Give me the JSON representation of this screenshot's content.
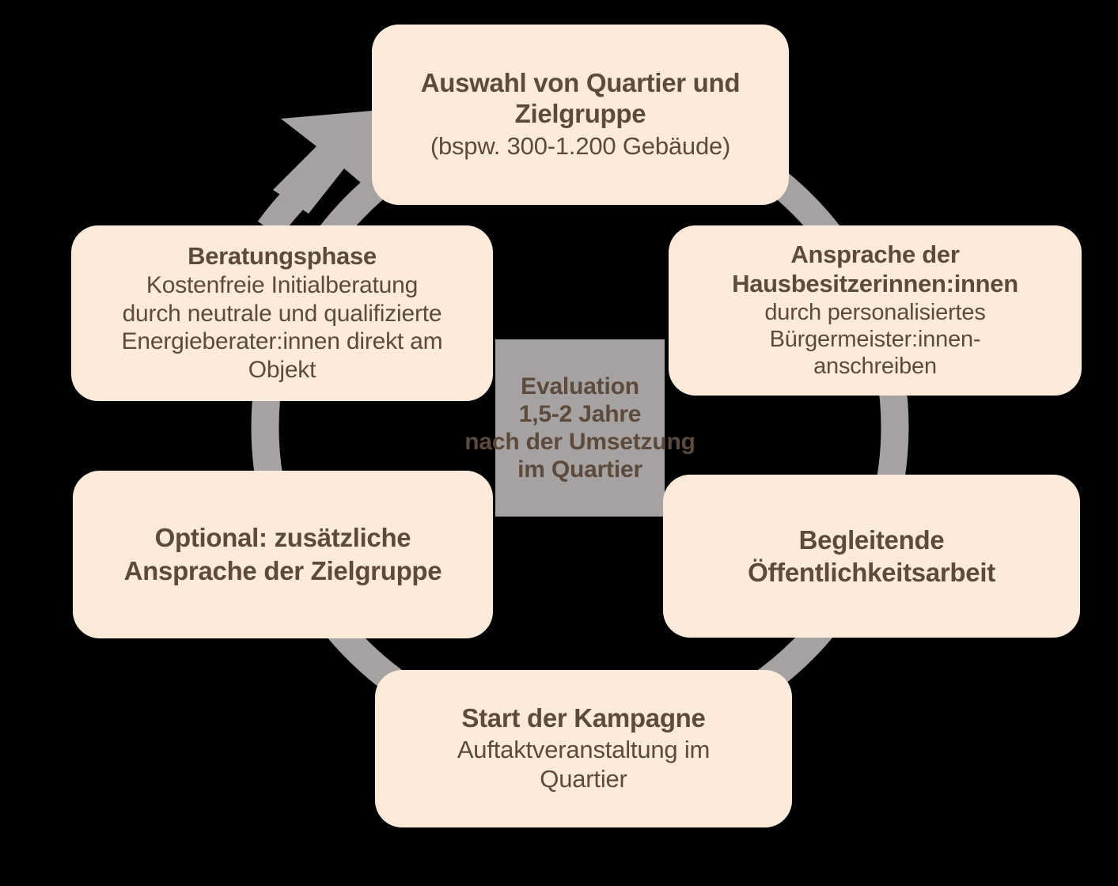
{
  "diagram": {
    "title": "Quartierskampagne Zyklus",
    "colors": {
      "background": "#000000",
      "node_fill": "#fceada",
      "text": "#5c4a3d",
      "ring": "#a6a2a2",
      "center_panel": "#a6a2a2"
    },
    "center": {
      "line1": "Evaluation",
      "line2": "1,5-2 Jahre",
      "line3": "nach der Umsetzung",
      "line4": "im Quartier"
    },
    "nodes": [
      {
        "id": "auswahl",
        "title_line1": "Auswahl von Quartier und",
        "title_line2": "Zielgruppe",
        "sub_line1": "(bspw. 300-1.200 Gebäude)"
      },
      {
        "id": "ansprache",
        "title_line1": "Ansprache der",
        "title_line2": "Hausbesitzerinnen:innen",
        "sub_line1": "durch personalisiertes",
        "sub_line2": "Bürgermeister:innen-",
        "sub_line3": "anschreiben"
      },
      {
        "id": "begleitend",
        "title_line1": "Begleitende",
        "title_line2": "Öffentlichkeitsarbeit"
      },
      {
        "id": "start",
        "title_line1": "Start der Kampagne",
        "sub_line1": "Auftaktveranstaltung im",
        "sub_line2": "Quartier"
      },
      {
        "id": "optional",
        "title_line1": "Optional: zusätzliche",
        "title_line2": "Ansprache der Zielgruppe"
      },
      {
        "id": "beratung",
        "title_line1": "Beratungsphase",
        "sub_line1": "Kostenfreie Initialberatung",
        "sub_line2": "durch neutrale und qualifizierte",
        "sub_line3": "Energieberater:innen direkt am",
        "sub_line4": "Objekt"
      }
    ],
    "flow": {
      "direction": "clockwise",
      "arrow_icon": "circular-arrow-icon"
    }
  }
}
